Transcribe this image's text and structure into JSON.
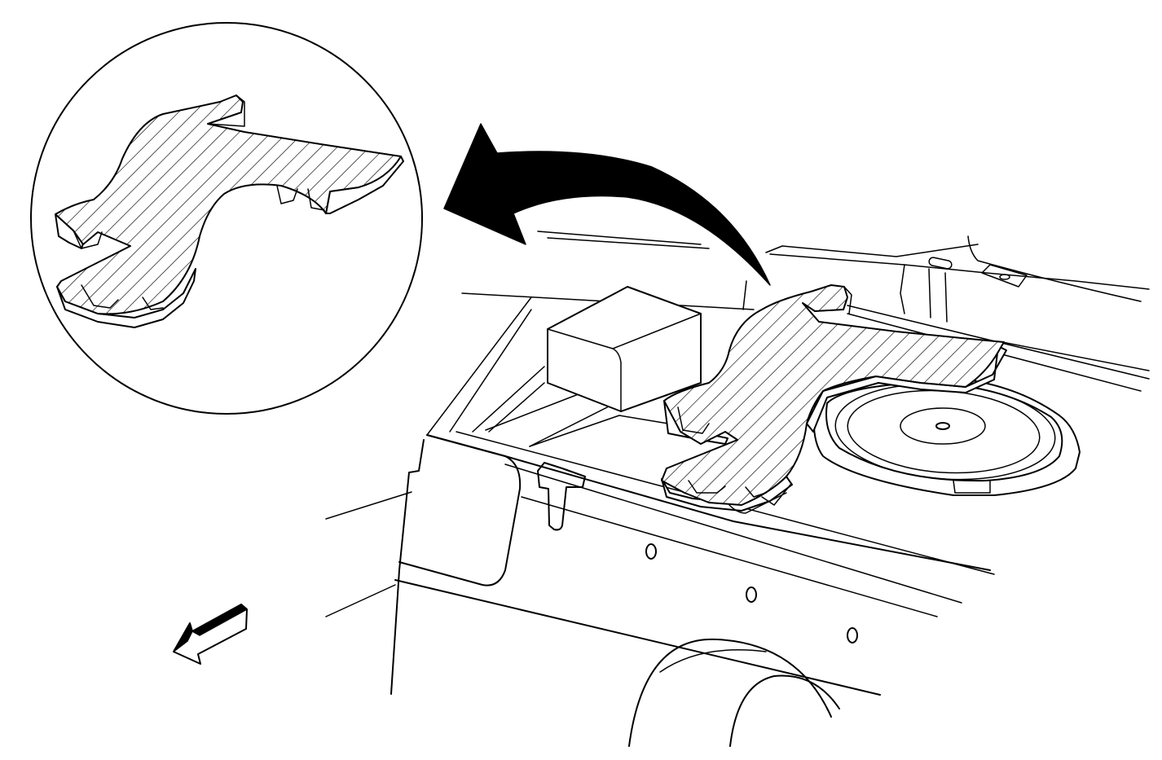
{
  "figure": {
    "type": "service-illustration",
    "background_color": "#ffffff",
    "line_color": "#000000",
    "hatch_color": "#000000"
  },
  "callouts": {
    "detail_view": "magnified-view-of-insulator",
    "removal_arrow": "curved-removal-arrow",
    "direction_indicator": "front-of-vehicle-arrow"
  }
}
